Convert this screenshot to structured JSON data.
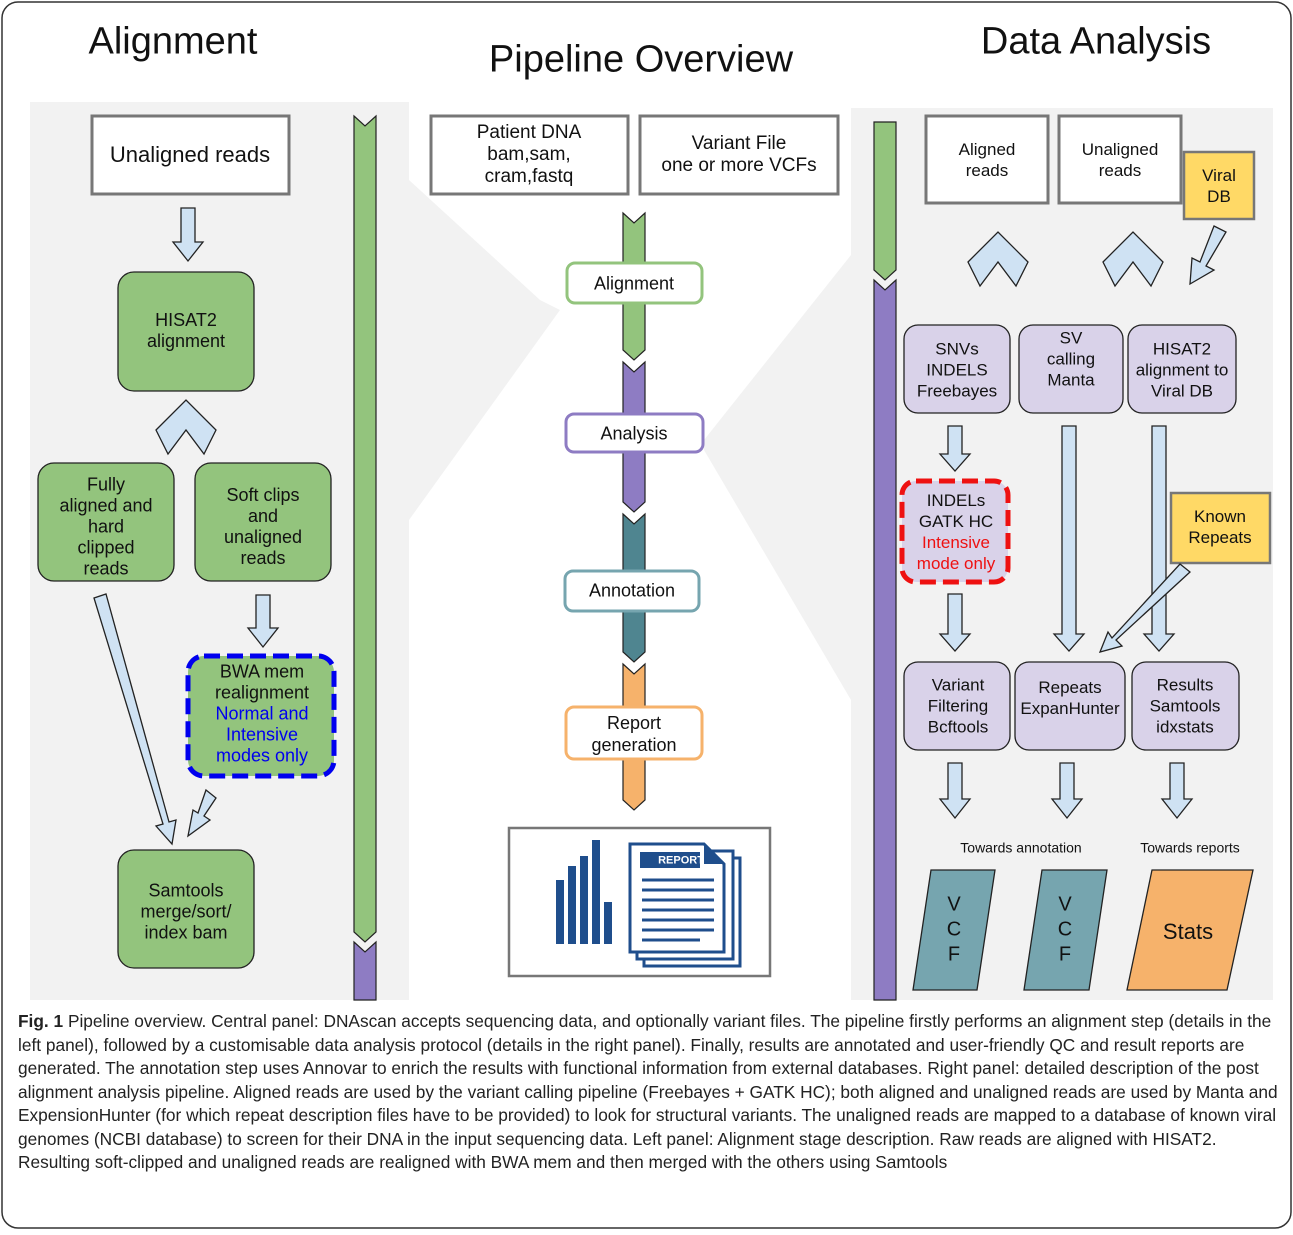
{
  "titles": {
    "alignment": "Alignment",
    "overview": "Pipeline Overview",
    "analysis": "Data Analysis"
  },
  "left": {
    "unaligned": "Unaligned reads",
    "hisat2": [
      "HISAT2",
      "alignment"
    ],
    "fully_aligned": [
      "Fully",
      "aligned and",
      "hard",
      "clipped",
      "reads"
    ],
    "soft_clips": [
      "Soft clips",
      "and",
      "unaligned",
      "reads"
    ],
    "bwa": [
      "BWA mem",
      "realignment"
    ],
    "bwa_note": [
      "Normal and",
      "Intensive",
      "modes only"
    ],
    "samtools": [
      "Samtools",
      "merge/sort/",
      "index bam"
    ]
  },
  "center": {
    "patient_dna": [
      "Patient DNA",
      "bam,sam,",
      "cram,fastq"
    ],
    "variant_file": [
      "Variant File",
      "one or more VCFs"
    ],
    "stages": [
      "Alignment",
      "Analysis",
      "Annotation",
      "Report",
      "generation"
    ],
    "report_icon_label": "REPORT"
  },
  "right": {
    "aligned_reads": [
      "Aligned",
      "reads"
    ],
    "unaligned_reads": [
      "Unaligned",
      "reads"
    ],
    "viral_db": [
      "Viral",
      "DB"
    ],
    "snvs": [
      "SNVs",
      "INDELS",
      "Freebayes"
    ],
    "sv": [
      "SV",
      "calling",
      "Manta"
    ],
    "hisat_viral": [
      "HISAT2",
      "alignment to",
      "Viral DB"
    ],
    "indels_gatk": [
      "INDELs",
      "GATK HC"
    ],
    "indels_note": [
      "Intensive",
      "mode only"
    ],
    "known_repeats": [
      "Known",
      "Repeats"
    ],
    "variant_filtering": [
      "Variant",
      "Filtering",
      "Bcftools"
    ],
    "repeats": [
      "Repeats",
      "ExpanHunter"
    ],
    "results": [
      "Results",
      "Samtools",
      "idxstats"
    ],
    "towards_annotation": "Towards annotation",
    "towards_reports": "Towards reports",
    "vcf1": [
      "V",
      "C",
      "F"
    ],
    "vcf2": [
      "V",
      "C",
      "F"
    ],
    "stats": "Stats"
  },
  "caption": {
    "label": "Fig. 1",
    "text": " Pipeline overview. Central panel: DNAscan accepts sequencing data, and optionally variant files. The pipeline firstly performs an alignment step (details in the left panel), followed by a customisable data analysis protocol (details in the right panel). Finally, results are annotated and user-friendly QC and result reports are generated. The annotation step uses Annovar to enrich the results with functional information from external databases. Right panel: detailed description of the post alignment analysis pipeline. Aligned reads are used by the variant calling pipeline (Freebayes + GATK HC); both aligned and unaligned reads are used by Manta and ExpensionHunter (for which repeat description files have to be provided) to look for structural variants. The unaligned reads are mapped to a database of known viral genomes (NCBI database) to screen for their DNA in the input sequencing data. Left panel: Alignment stage description. Raw reads are aligned with HISAT2. Resulting soft-clipped and unaligned reads are realigned with BWA mem and then merged with the others using Samtools"
  },
  "colors": {
    "green_box": "#93c47d",
    "purple_box": "#d9d2e9",
    "yellow_box": "#ffd966",
    "teal": "#76a5af",
    "orange": "#f6b26b",
    "arrow_fill": "#cfe2f3",
    "panel_bg": "#f2f2f2",
    "blue_dash": "#0000ee",
    "red_dash": "#ee1111",
    "stage_green": "#93c47d",
    "stage_purple": "#8e7cc3",
    "stage_teal": "#4f8590",
    "stage_orange": "#f6b26b"
  }
}
